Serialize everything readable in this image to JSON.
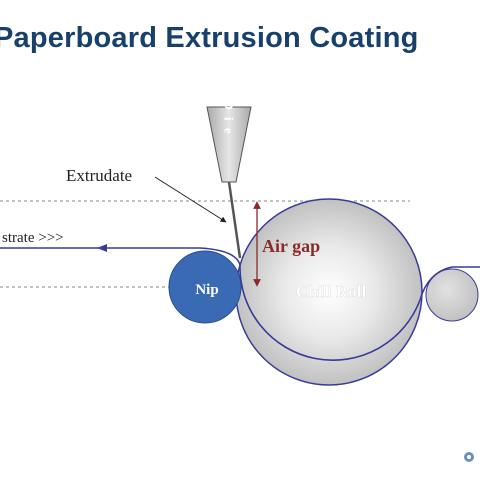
{
  "title": "Paperboard Extrusion Coating",
  "labels": {
    "die": "D i e",
    "extrudate": "Extrudate",
    "substrate": "strate >>>",
    "air_gap": "Air gap",
    "nip": "Nip",
    "chill_roll": "Chill Roll"
  },
  "colors": {
    "title": "#17406d",
    "nip_fill": "#3a6ab3",
    "web_line": "#3a3a9a",
    "air_gap": "#8b2a2a",
    "dashed": "#8a8a8a"
  }
}
